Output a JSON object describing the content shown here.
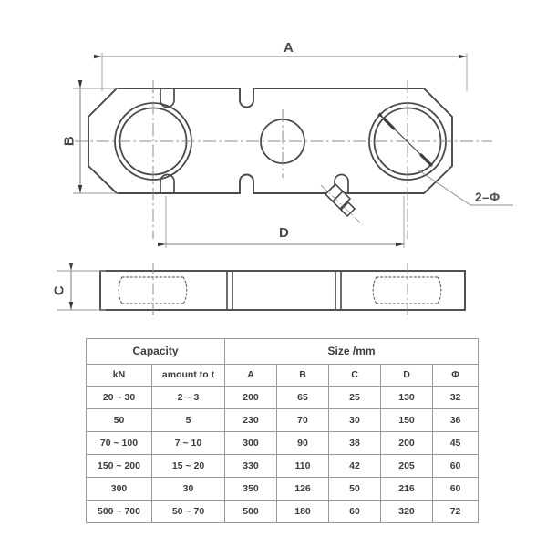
{
  "drawing": {
    "title": "Pin / plate type load cell outline dimension drawing",
    "dimension_labels": {
      "a": "A",
      "b": "B",
      "c": "C",
      "d": "D",
      "holes": "2–Φ"
    },
    "views": {
      "plan": "top plan view of load cell plate",
      "side": "side elevation view showing thickness C"
    },
    "features": {
      "left_hole": "large through hole with counterbore",
      "right_hole": "large through hole with counterbore",
      "center_hole": "small center through hole",
      "notches": "four edge slot notches",
      "cable_gland": "cable gland connector"
    },
    "line_color": "#4a4a4a",
    "thin_line_color": "#9a9a9a",
    "background": "#ffffff"
  },
  "table": {
    "group_headers": [
      {
        "label": "Capacity",
        "span": 2
      },
      {
        "label": "Size /mm",
        "span": 5
      }
    ],
    "columns": [
      "kN",
      "amount to t",
      "A",
      "B",
      "C",
      "D",
      "Φ"
    ],
    "rows": [
      [
        "20 ~ 30",
        "2 ~ 3",
        "200",
        "65",
        "25",
        "130",
        "32"
      ],
      [
        "50",
        "5",
        "230",
        "70",
        "30",
        "150",
        "36"
      ],
      [
        "70 ~ 100",
        "7 ~ 10",
        "300",
        "90",
        "38",
        "200",
        "45"
      ],
      [
        "150 ~ 200",
        "15 ~ 20",
        "330",
        "110",
        "42",
        "205",
        "60"
      ],
      [
        "300",
        "30",
        "350",
        "126",
        "50",
        "216",
        "60"
      ],
      [
        "500 ~ 700",
        "50 ~ 70",
        "500",
        "180",
        "60",
        "320",
        "72"
      ]
    ]
  }
}
